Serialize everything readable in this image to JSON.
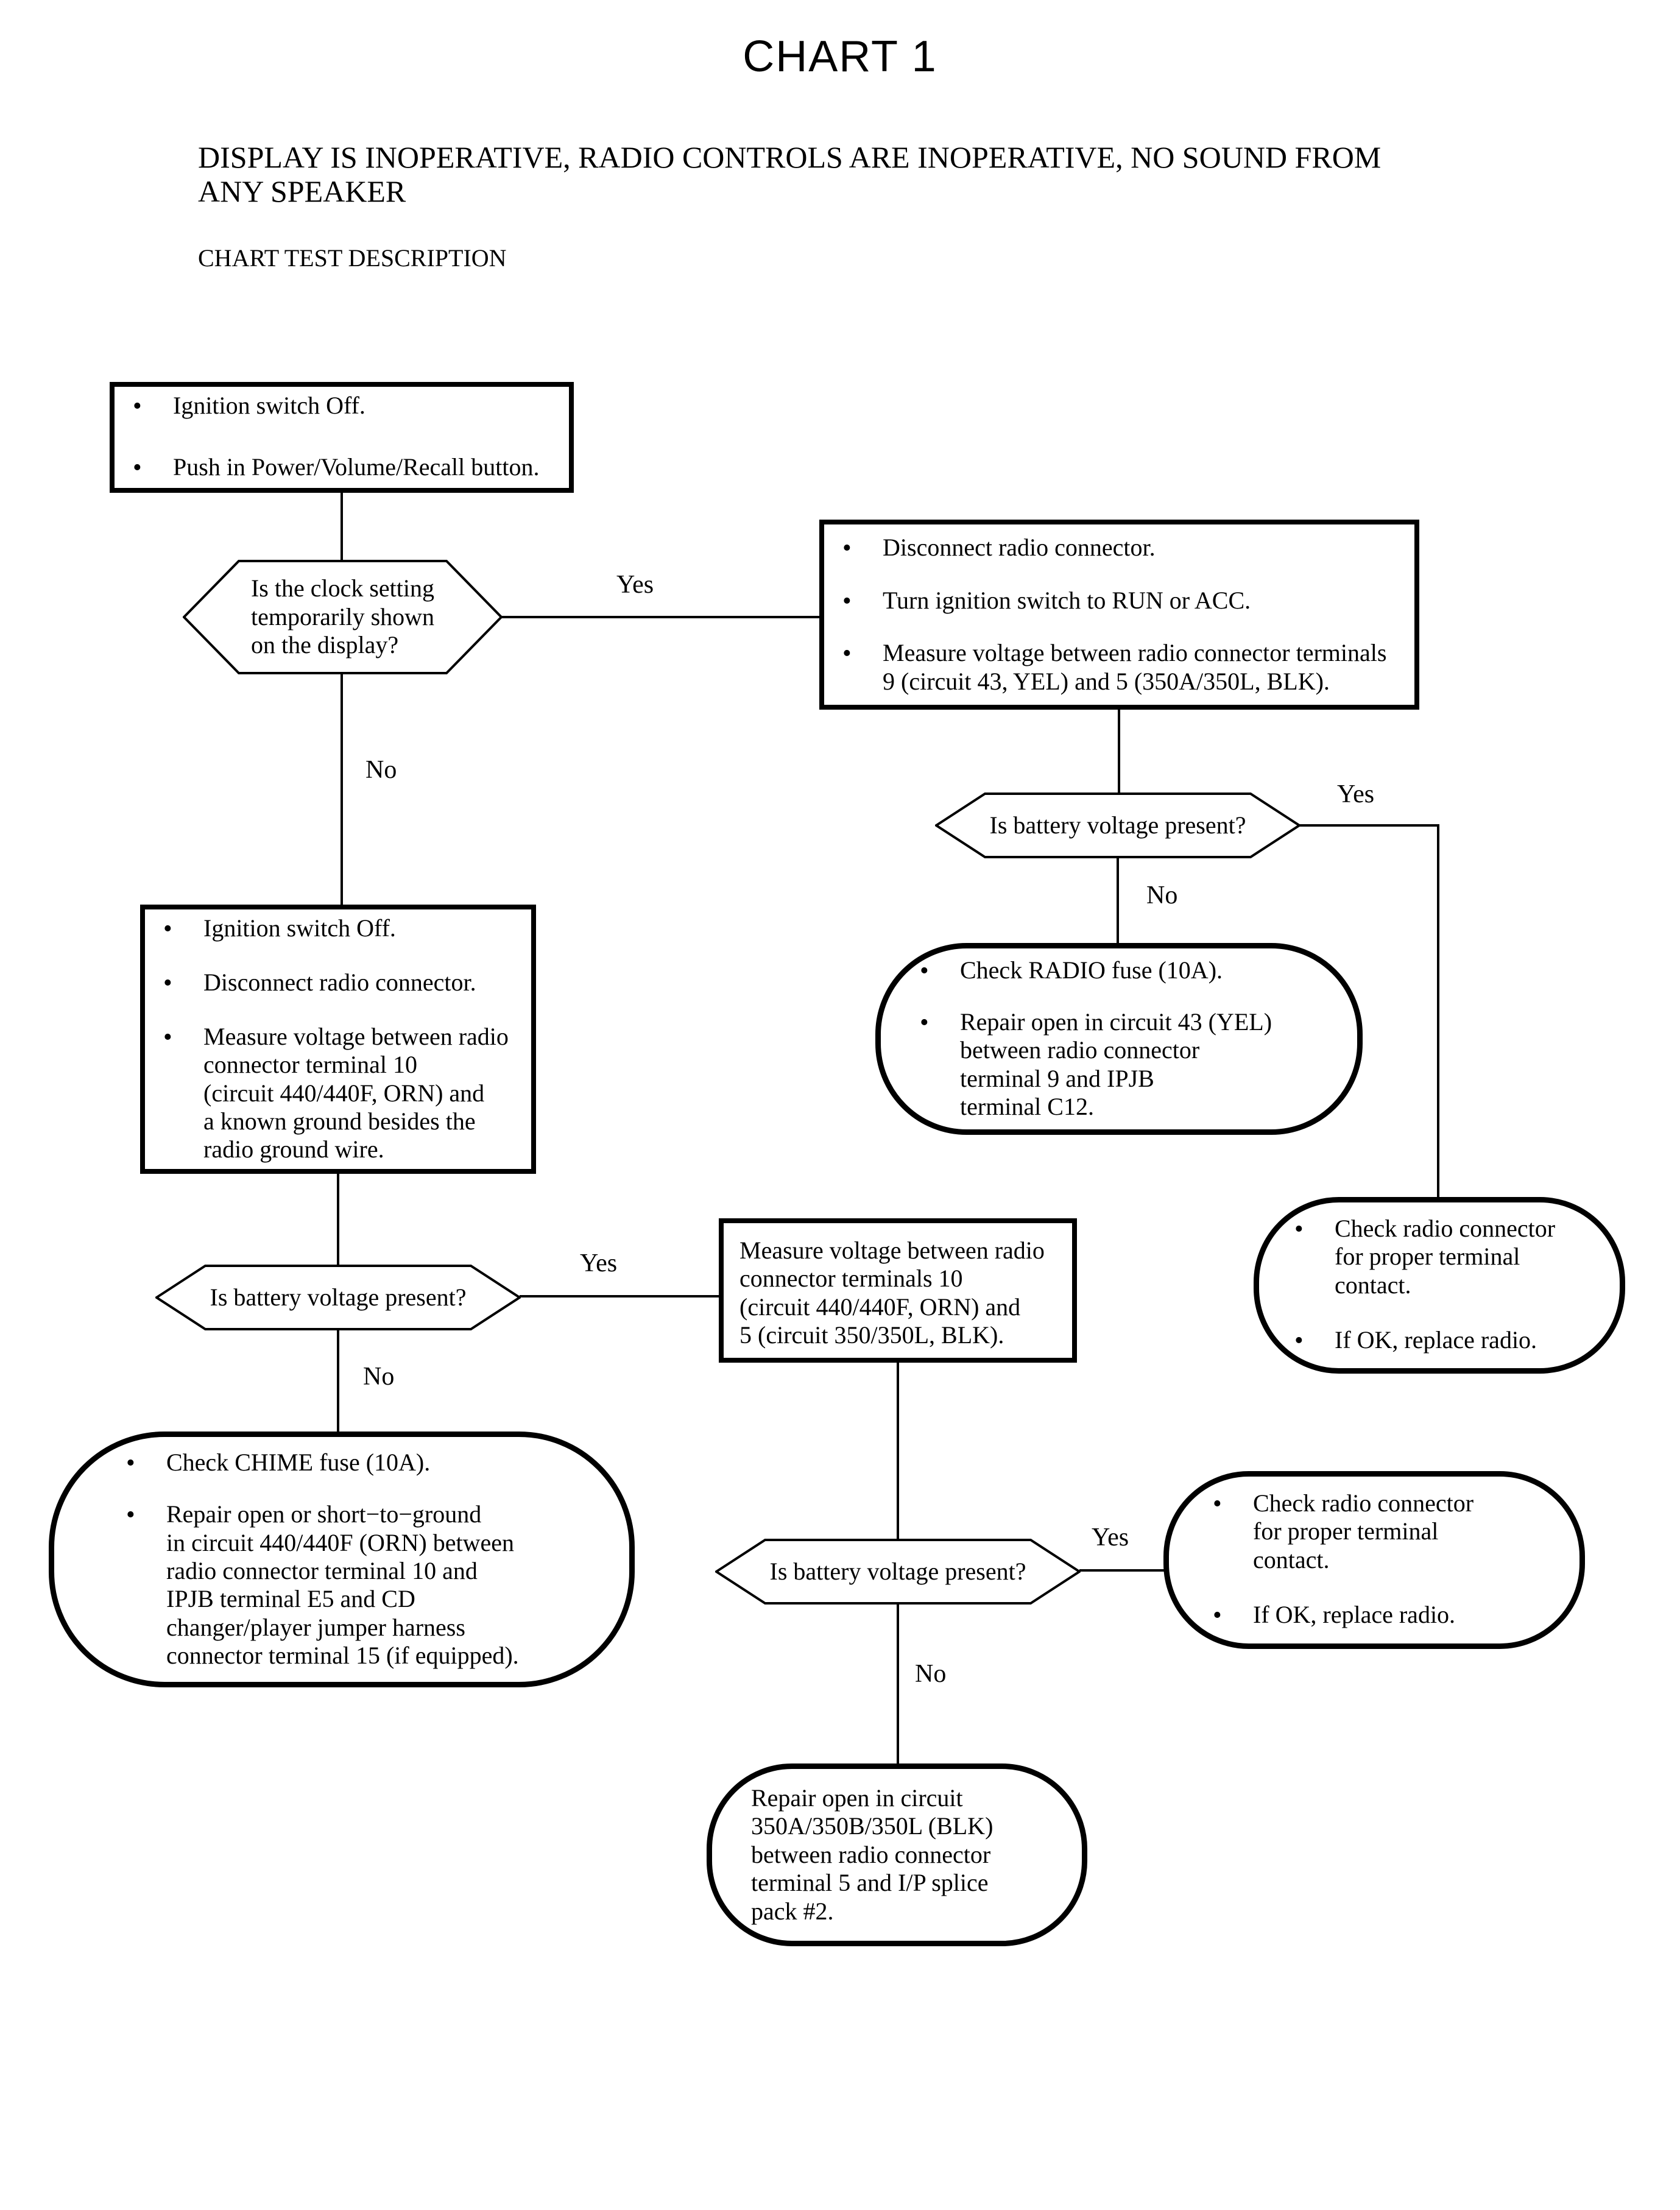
{
  "page": {
    "title": "CHART 1",
    "heading": "DISPLAY IS INOPERATIVE, RADIO CONTROLS ARE INOPERATIVE, NO SOUND FROM\nANY SPEAKER",
    "subheading": "CHART TEST DESCRIPTION"
  },
  "labels": {
    "yes": "Yes",
    "no": "No"
  },
  "colors": {
    "ink": "#000000",
    "paper": "#ffffff"
  },
  "nodes": {
    "start": {
      "shape": "process",
      "items": [
        "Ignition switch Off.",
        "Push in Power/Volume/Recall button."
      ]
    },
    "q_clock": {
      "shape": "decision",
      "text": "Is the clock setting\ntemporarily shown\non the display?"
    },
    "check_voltage_9_5": {
      "shape": "process",
      "items": [
        "Disconnect radio connector.",
        "Turn ignition switch to RUN or ACC.",
        "Measure voltage between radio connector terminals\n9 (circuit 43, YEL) and 5 (350A/350L, BLK)."
      ]
    },
    "q_battery_1": {
      "shape": "decision",
      "text": "Is battery voltage present?"
    },
    "fix_radio_fuse": {
      "shape": "terminal",
      "items": [
        "Check RADIO fuse (10A).",
        "Repair open in circuit 43 (YEL)\nbetween radio connector\nterminal 9 and IPJB\nterminal C12."
      ]
    },
    "check_voltage_10_ground": {
      "shape": "process",
      "items": [
        "Ignition switch Off.",
        "Disconnect radio connector.",
        "Measure voltage between radio\nconnector terminal 10\n(circuit 440/440F, ORN) and\na known ground besides the\nradio ground wire."
      ]
    },
    "q_battery_2": {
      "shape": "decision",
      "text": "Is battery voltage present?"
    },
    "check_connector_1": {
      "shape": "terminal",
      "items": [
        "Check radio connector\nfor proper terminal\ncontact.",
        "If OK, replace radio."
      ]
    },
    "fix_chime_fuse": {
      "shape": "terminal",
      "items": [
        "Check CHIME fuse (10A).",
        "Repair open or short−to−ground\nin circuit 440/440F (ORN) between\nradio connector terminal 10 and\nIPJB terminal E5 and CD\nchanger/player jumper harness\nconnector terminal 15 (if equipped)."
      ]
    },
    "check_voltage_10_5": {
      "shape": "process",
      "text": "Measure voltage between radio\nconnector terminals 10\n(circuit 440/440F, ORN) and\n5 (circuit 350/350L, BLK)."
    },
    "q_battery_3": {
      "shape": "decision",
      "text": "Is battery voltage present?"
    },
    "check_connector_2": {
      "shape": "terminal",
      "items": [
        "Check radio connector\nfor proper terminal\ncontact.",
        "If OK, replace radio."
      ]
    },
    "fix_ground_circuit": {
      "shape": "terminal",
      "text": "Repair open in circuit\n350A/350B/350L (BLK)\nbetween radio connector\nterminal 5 and I/P splice\npack #2."
    }
  }
}
